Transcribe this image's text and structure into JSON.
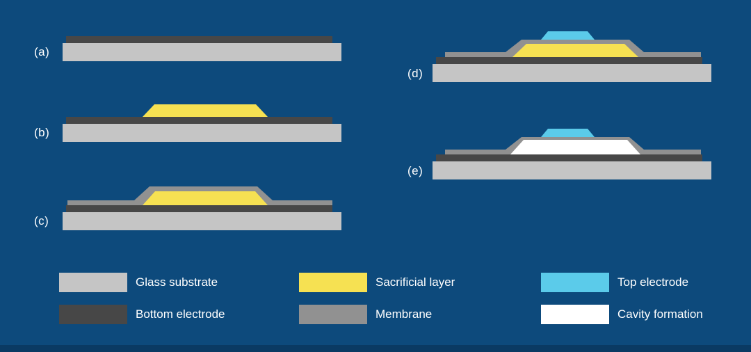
{
  "colors": {
    "background": "#0d4a7c",
    "footer_bar": "#0a3a63",
    "glass": "#c5c5c5",
    "bottom_electrode": "#474747",
    "sacrificial": "#f6e152",
    "membrane": "#919191",
    "top_electrode": "#5bcbea",
    "cavity": "#ffffff",
    "text": "#ffffff"
  },
  "panels": [
    {
      "label": "(a)"
    },
    {
      "label": "(b)"
    },
    {
      "label": "(c)"
    },
    {
      "label": "(d)"
    },
    {
      "label": "(e)"
    }
  ],
  "legend": [
    {
      "label": "Glass substrate"
    },
    {
      "label": "Bottom electrode"
    },
    {
      "label": "Sacrificial layer"
    },
    {
      "label": "Membrane"
    },
    {
      "label": "Top electrode"
    },
    {
      "label": "Cavity formation"
    }
  ]
}
